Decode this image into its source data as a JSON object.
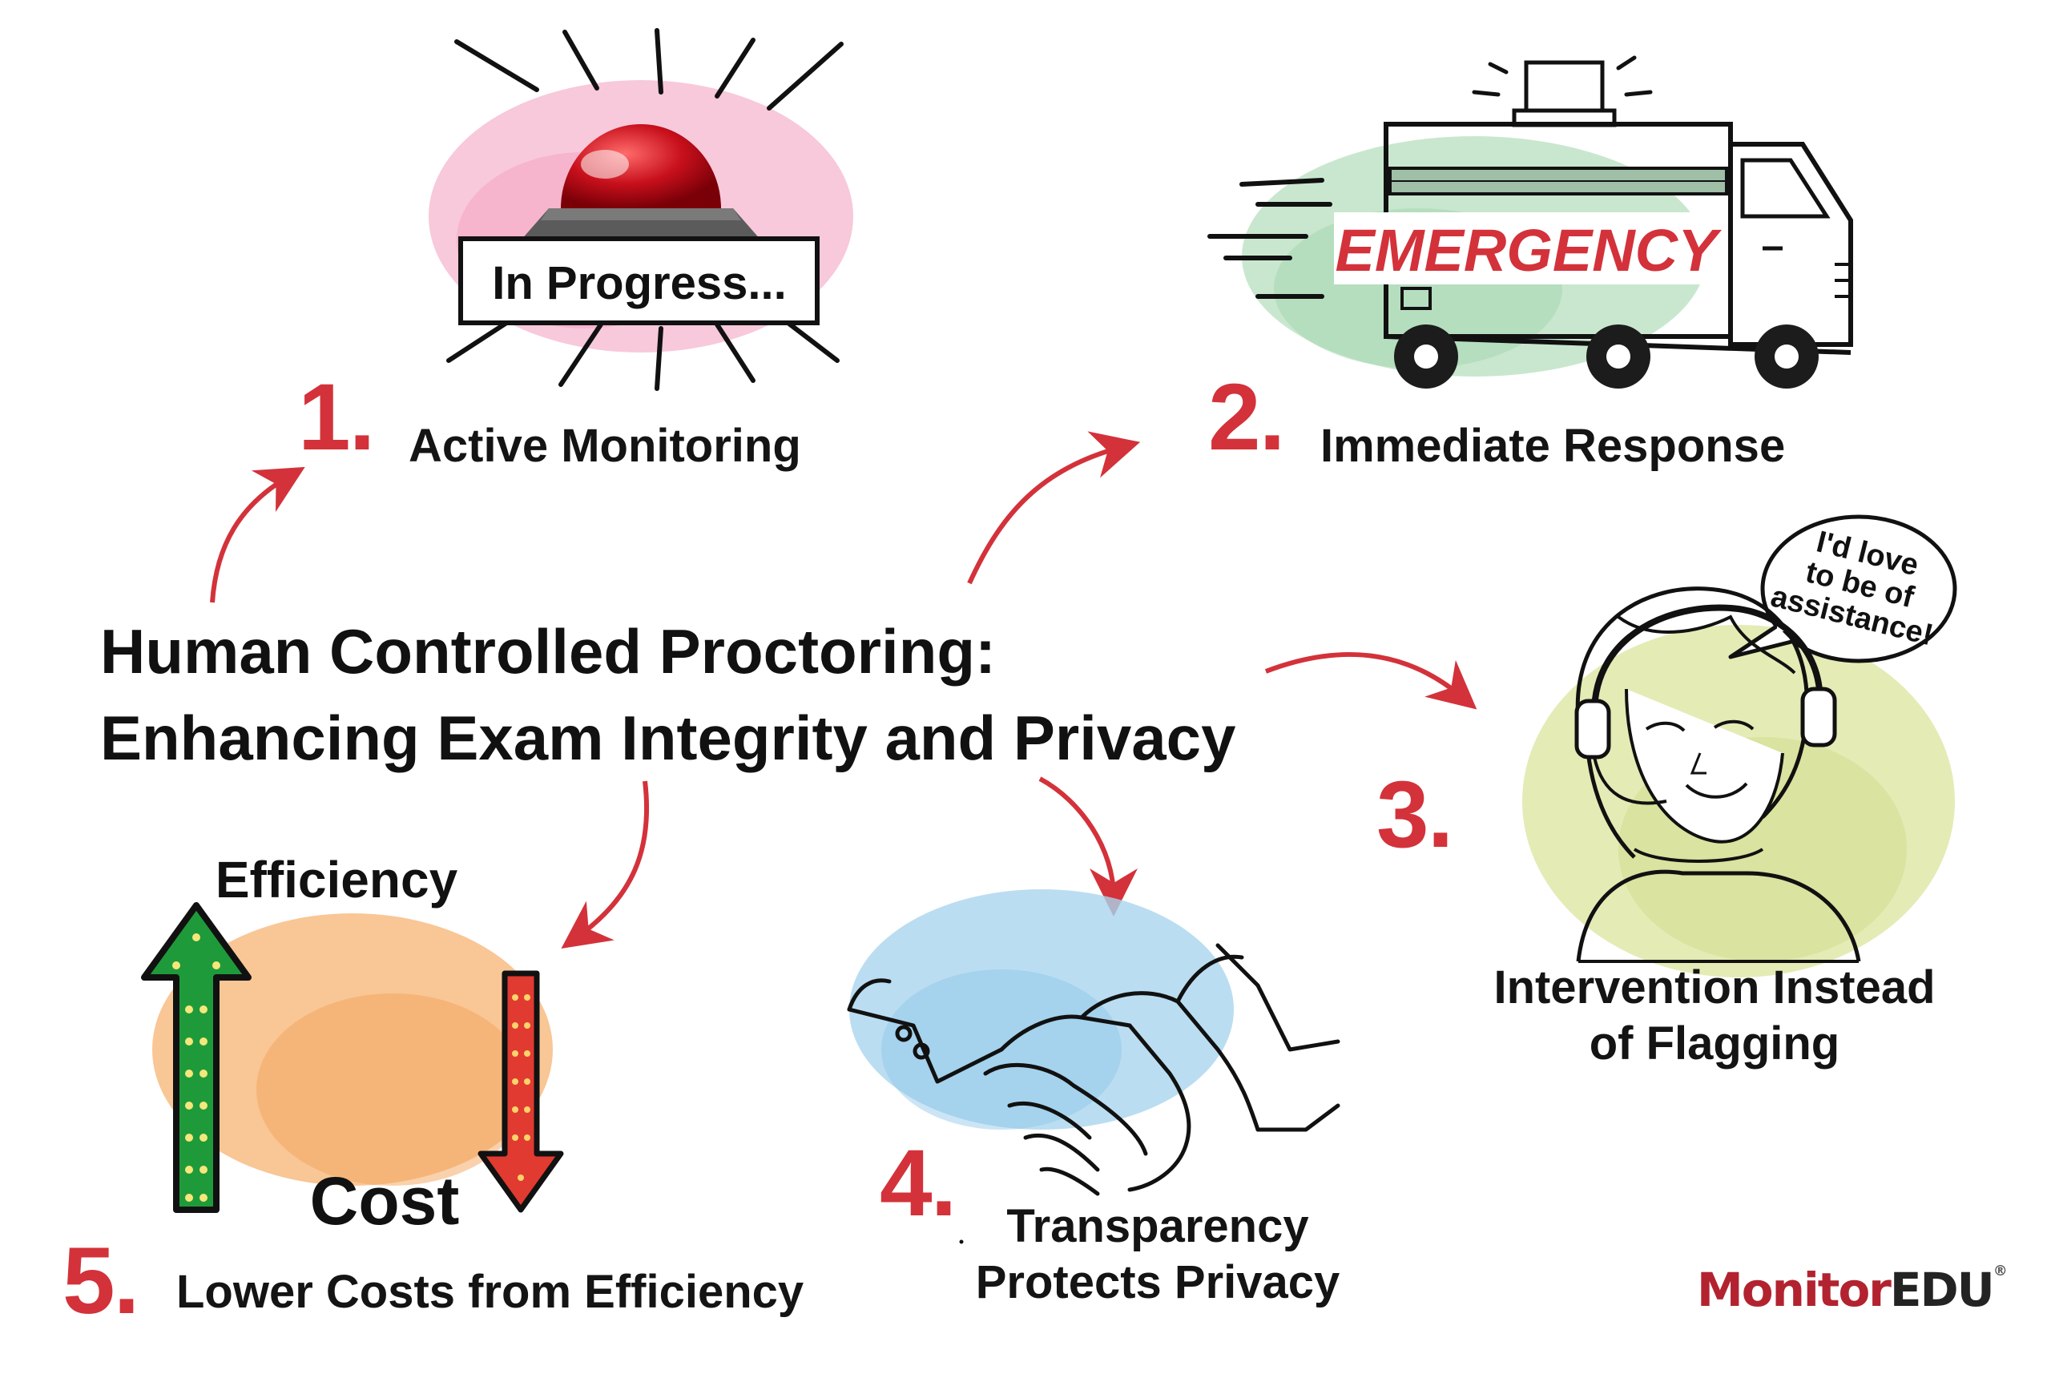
{
  "title": {
    "line1": "Human Controlled Proctoring:",
    "line2": "Enhancing Exam Integrity and Privacy"
  },
  "steps": [
    {
      "number": "1.",
      "label": "Active Monitoring",
      "illustration_text": "In Progress...",
      "icon": "alarm-siren-icon"
    },
    {
      "number": "2.",
      "label": "Immediate Response",
      "illustration_text": "EMERGENCY",
      "icon": "ambulance-truck-icon"
    },
    {
      "number": "3.",
      "label_line1": "Intervention Instead",
      "label_line2": "of Flagging",
      "illustration_text": "I'd love to be of assistance!",
      "icon": "proctor-headset-icon"
    },
    {
      "number": "4.",
      "label_line1": "Transparency",
      "label_line2": "Protects Privacy",
      "icon": "handshake-icon"
    },
    {
      "number": "5.",
      "label": "Lower Costs from Efficiency",
      "illustration_text_up": "Efficiency",
      "illustration_text_down": "Cost",
      "icon": "up-down-arrows-icon"
    }
  ],
  "bubble": {
    "line1": "I'd love",
    "line2": "to be of",
    "line3": "assistance!"
  },
  "logo": {
    "part1": "Monitor",
    "part2": "EDU",
    "mark": "®"
  },
  "colors": {
    "accent_red": "#d3323a",
    "siren_red": "#c8101c",
    "pink_wash": "#f3a8c8",
    "green_wash": "#bfe3c6",
    "yellow_wash": "#dfe7a8",
    "blue_wash": "#a9d4ee",
    "orange_wash": "#f7b87a",
    "arrow_green": "#1f9a3b",
    "arrow_red": "#e13a31"
  }
}
